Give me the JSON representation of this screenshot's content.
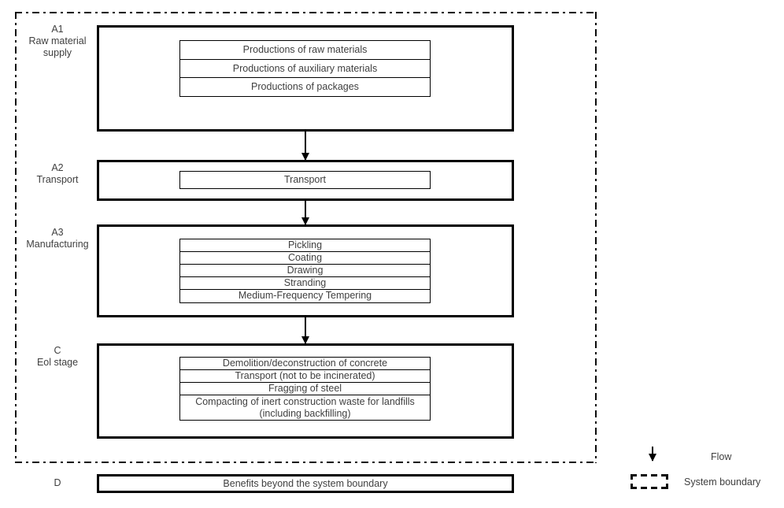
{
  "diagram": {
    "title": "LCA system boundary flow diagram",
    "background_color": "#ffffff",
    "line_color": "#000000",
    "text_color": "#3f3f3f"
  },
  "stages": [
    {
      "code": "A1",
      "label": "A1\nRaw material\nsupply",
      "processes": [
        "Productions of raw materials",
        "Productions of auxiliary materials",
        "Productions of packages"
      ]
    },
    {
      "code": "A2",
      "label": "A2\nTransport",
      "processes": [
        "Transport"
      ]
    },
    {
      "code": "A3",
      "label": "A3\nManufacturing",
      "processes": [
        "Pickling",
        "Coating",
        "Drawing",
        "Stranding",
        "Medium-Frequency Tempering"
      ]
    },
    {
      "code": "C",
      "label": "C\nEol stage",
      "processes": [
        "Demolition/deconstruction of concrete",
        "Transport (not to be incinerated)",
        "Fragging of steel",
        "Compacting of inert construction waste for landfills (including backfilling)"
      ]
    }
  ],
  "module_d": {
    "code": "D",
    "label": "D",
    "text": "Benefits beyond the system boundary"
  },
  "legend": {
    "items": [
      {
        "icon": "down-arrow-icon",
        "label": "Flow"
      },
      {
        "icon": "dashed-rectangle-icon",
        "label": "System boundary"
      }
    ]
  }
}
